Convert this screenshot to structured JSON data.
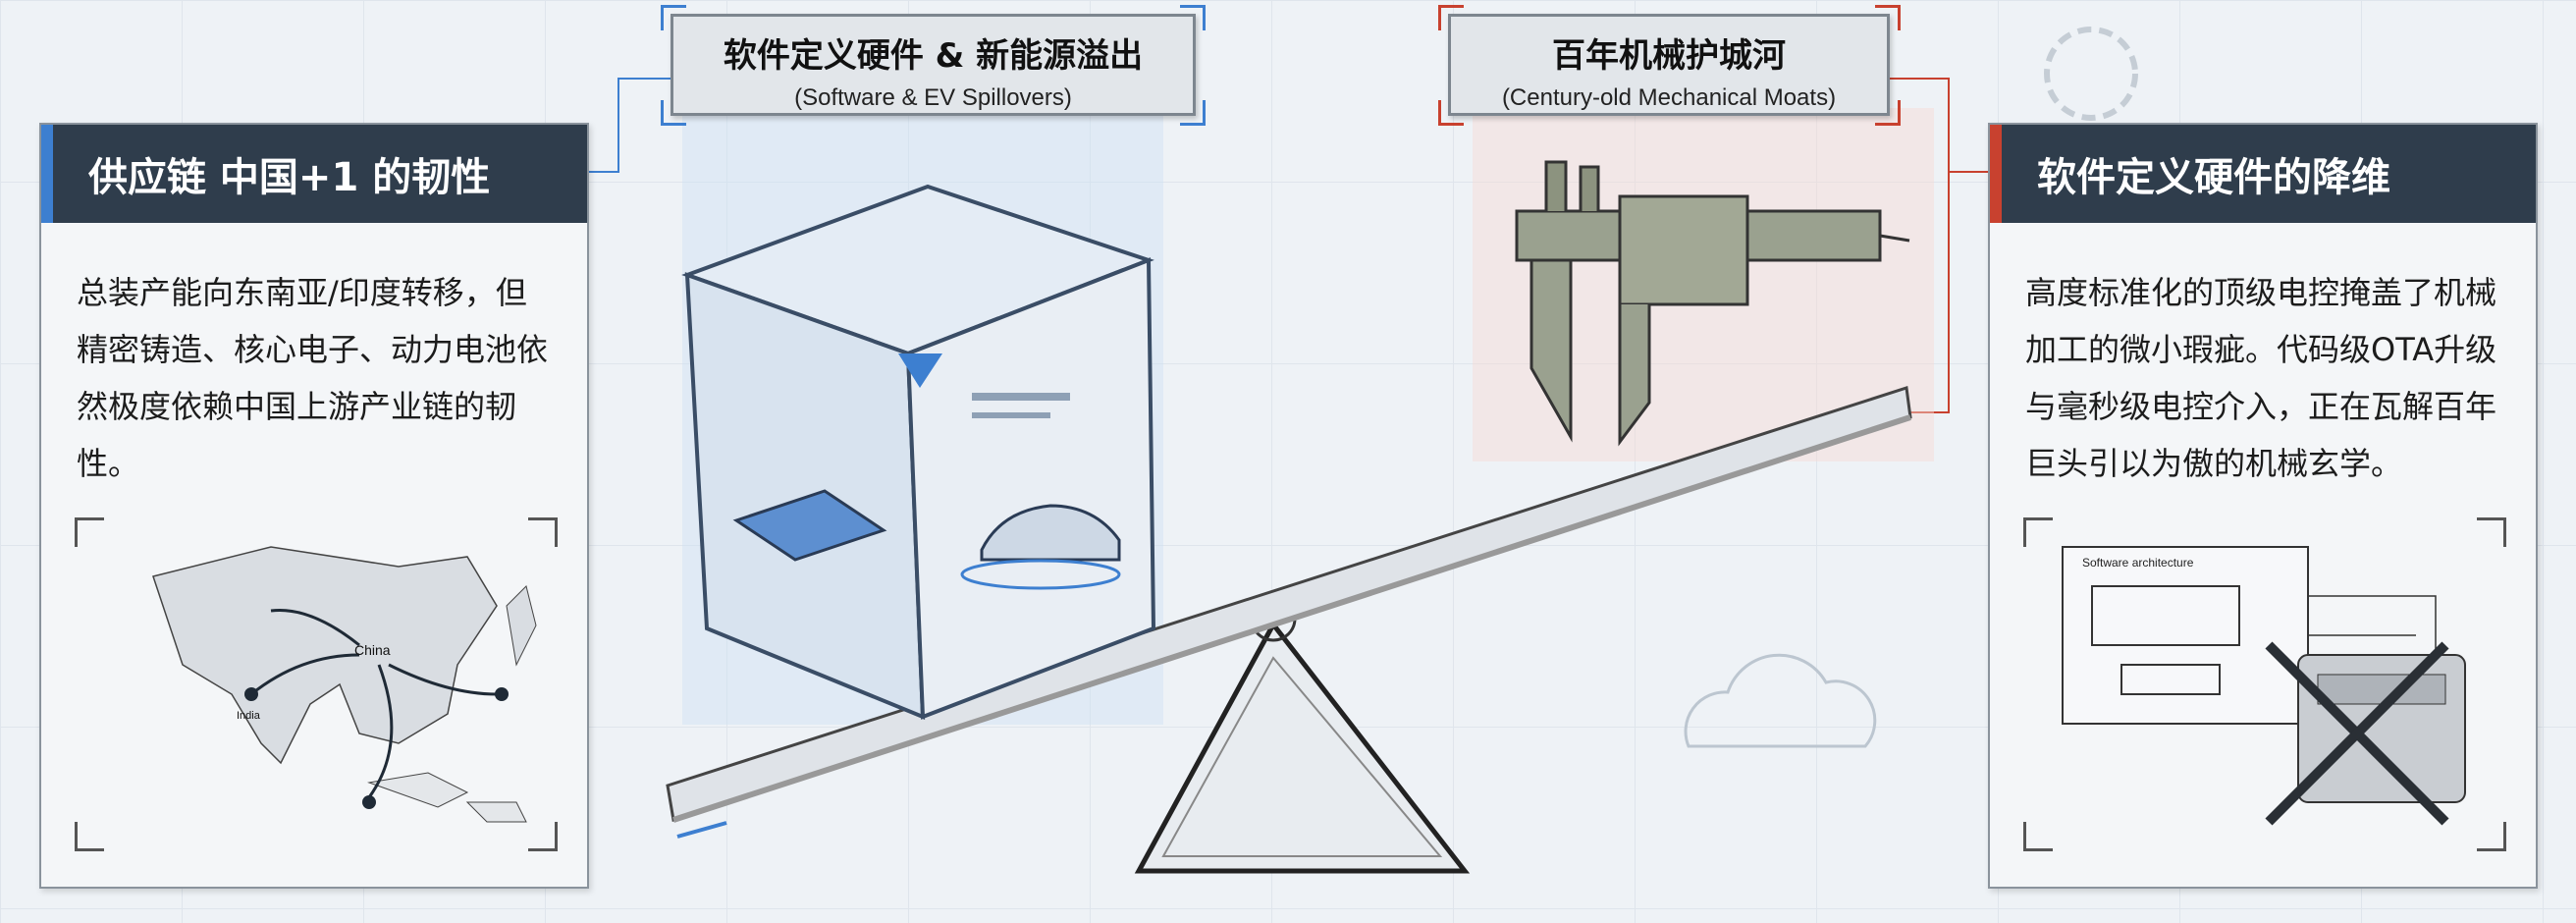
{
  "left_title": {
    "zh": "软件定义硬件 & 新能源溢出",
    "en": "(Software & EV Spillovers)"
  },
  "right_title": {
    "zh": "百年机械护城河",
    "en": "(Century-old Mechanical Moats)"
  },
  "left_panel": {
    "heading": "供应链 中国+1 的韧性",
    "body": "总装产能向东南亚/印度转移，但精密铸造、核心电子、动力电池依然极度依赖中国上游产业链的韧性。",
    "map_labels": {
      "center": "China",
      "india": "India"
    }
  },
  "right_panel": {
    "heading": "软件定义硬件的降维",
    "body": "高度标准化的顶级电控掩盖了机械加工的微小瑕疵。代码级OTA升级与毫秒级电控介入，正在瓦解百年巨头引以为傲的机械玄学。",
    "diagram_label": "Software architecture"
  },
  "colors": {
    "blue_accent": "#3d7fd0",
    "red_accent": "#c8412f",
    "header_bg": "#2f3d4c"
  }
}
